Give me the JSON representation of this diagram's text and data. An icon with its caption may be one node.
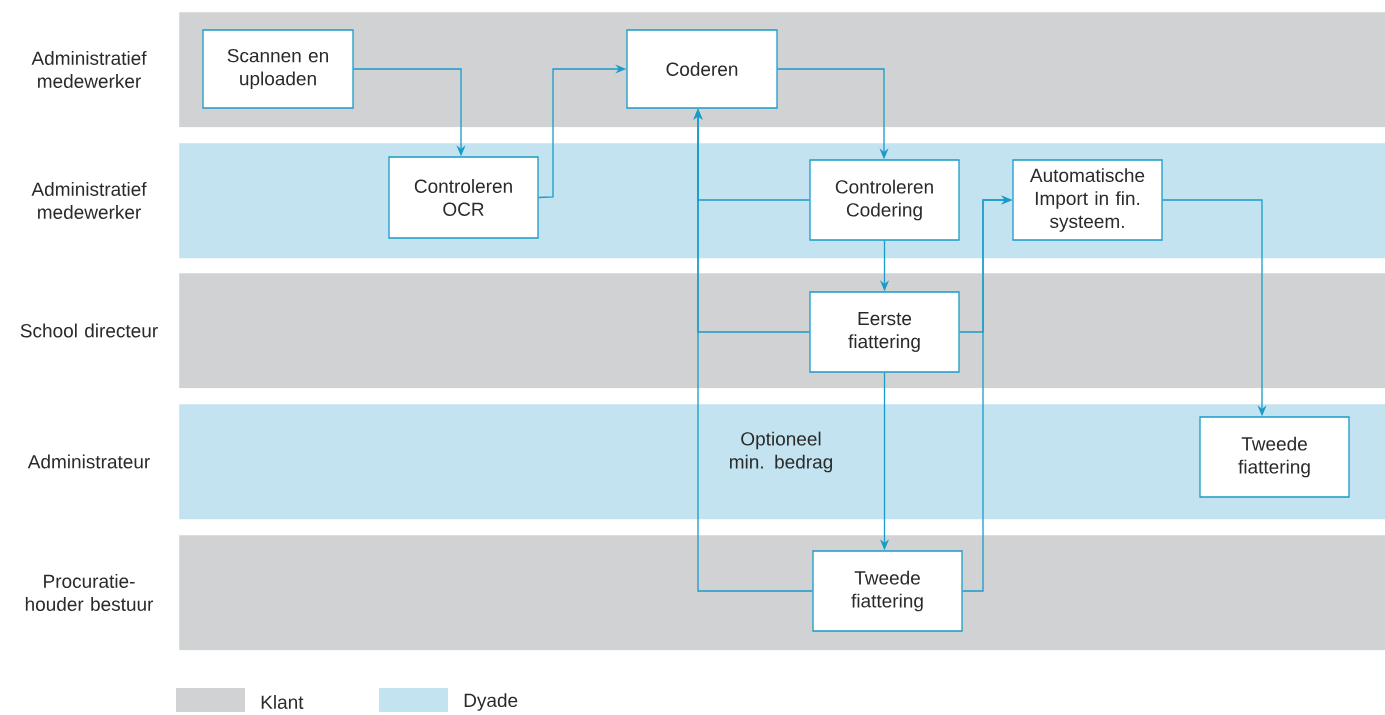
{
  "diagram": {
    "nodes": [
      {
        "text": [
          "Administratief medewerker"
        ]
      },
      {
        "text": [
          "Scannen en uploaden"
        ],
        "in": 0
      },
      {
        "text": [
          "Coderen"
        ],
        "in": 0
      },
      {
        "text": [
          "Administratief medewerker"
        ]
      },
      {
        "text": [
          "Controleren OCR"
        ],
        "in": 3
      },
      {
        "text": [
          "Controleren Codering"
        ],
        "in": 3
      },
      {
        "text": [
          "Automatische Import in fin. systeem."
        ],
        "in": 3
      },
      {
        "text": [
          "School directeur"
        ]
      },
      {
        "text": [
          "Eerste fiattering"
        ],
        "in": 7
      },
      {
        "text": [
          "Administrateur"
        ]
      },
      {
        "text": [
          "Tweede fiattering"
        ],
        "in": 9
      },
      {
        "text": [
          "Procuratie- houder bestuur"
        ]
      },
      {
        "text": [
          "Tweede fiattering"
        ],
        "in": 11
      }
    ],
    "edges": [
      {
        "from": 1,
        "to": 4,
        "arrow": "to"
      },
      {
        "from": 4,
        "to": 2,
        "arrow": "to"
      },
      {
        "from": 2,
        "to": 5,
        "arrow": "to"
      },
      {
        "from": 5,
        "to": 2,
        "arrow": "to"
      },
      {
        "from": 8,
        "to": 2,
        "arrow": "to"
      },
      {
        "from": 12,
        "to": 2,
        "arrow": "to"
      },
      {
        "from": 5,
        "to": 8,
        "arrow": "to"
      },
      {
        "from": 8,
        "to": 12,
        "arrow": "to",
        "label": "Optioneel min. bedrag"
      },
      {
        "from": 8,
        "to": 6,
        "arrow": "to"
      },
      {
        "from": 12,
        "to": 6,
        "arrow": "to"
      },
      {
        "from": 6,
        "to": 10,
        "arrow": "to"
      }
    ],
    "legend": [
      {
        "text": "Klant",
        "color": "#d1d2d4"
      },
      {
        "text": "Dyade",
        "color": "#c2e3ef"
      }
    ]
  }
}
